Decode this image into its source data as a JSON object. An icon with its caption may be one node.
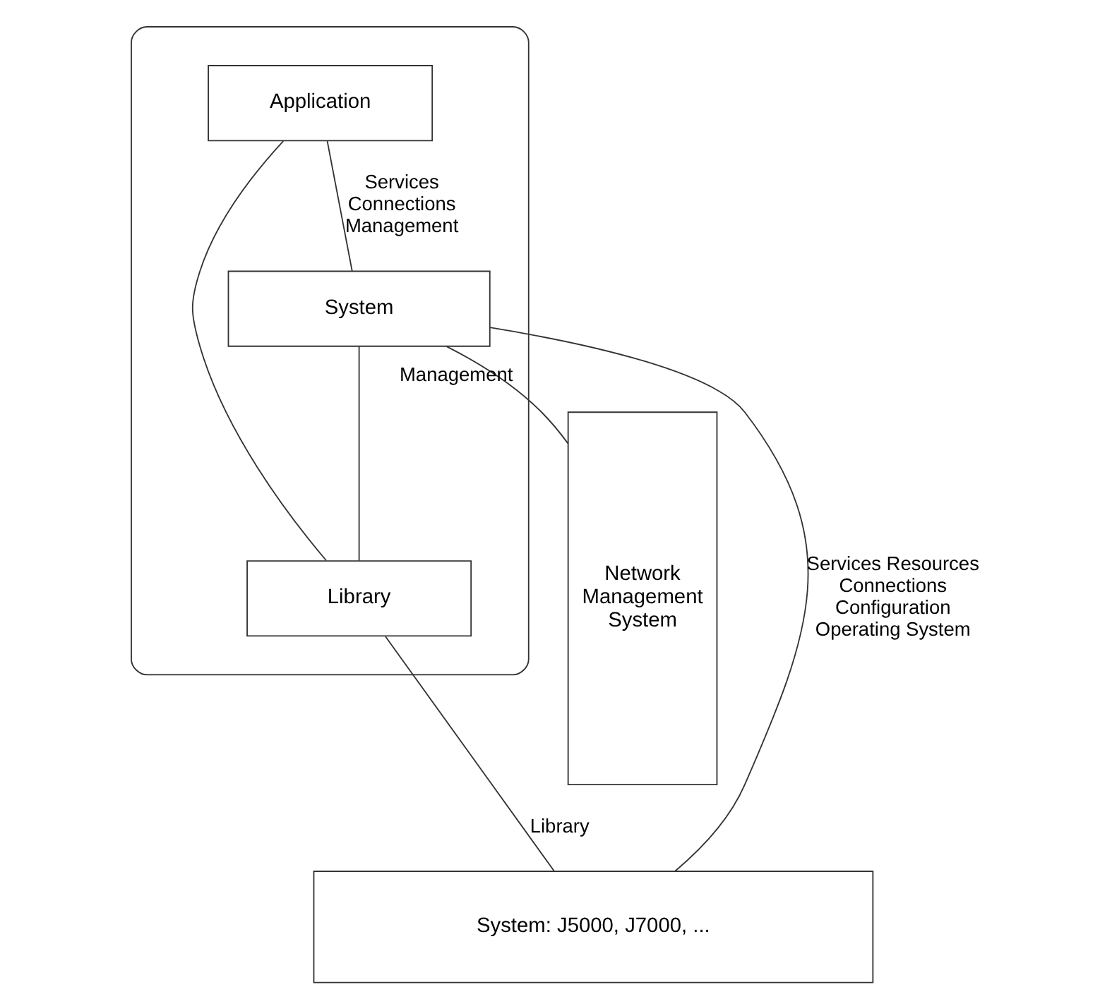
{
  "diagram": {
    "nodes": [
      {
        "text": [],
        "shape": "box"
      },
      {
        "text": [
          "Application"
        ],
        "in": 0
      },
      {
        "text": [
          "System"
        ],
        "in": 0
      },
      {
        "text": [
          "Library"
        ],
        "in": 0
      },
      {
        "text": [
          "Network Management System"
        ]
      },
      {
        "text": [
          "System: J5000, J7000, ..."
        ]
      }
    ],
    "edges": [
      {
        "from": 1,
        "to": 3,
        "arrow": "none"
      },
      {
        "from": 1,
        "to": 2,
        "arrow": "none",
        "label": "Services Connections Management"
      },
      {
        "from": 2,
        "to": 3,
        "arrow": "none"
      },
      {
        "from": 2,
        "to": 4,
        "arrow": "none",
        "label": "Management"
      },
      {
        "from": 3,
        "to": 5,
        "arrow": "none",
        "label": "Library"
      },
      {
        "from": 2,
        "to": 5,
        "arrow": "none",
        "label": "Services Resources Connections Configuration Operating System"
      }
    ]
  }
}
